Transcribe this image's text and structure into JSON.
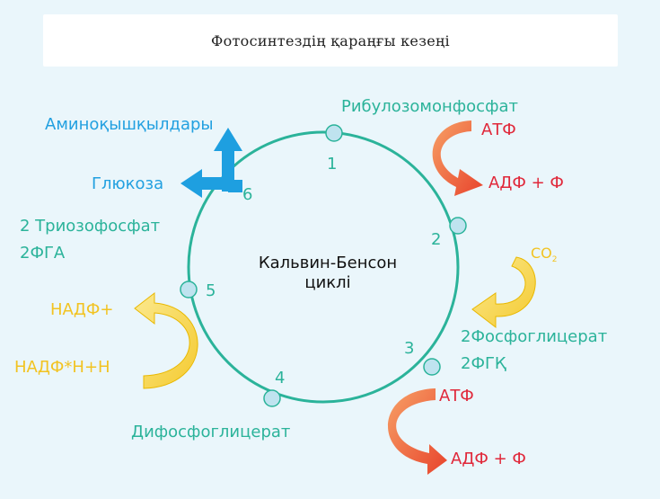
{
  "title": "Фотосинтездің қараңғы кезеңі",
  "center": {
    "line1": "Кальвин-Бенсон",
    "line2": "циклі"
  },
  "nodes": {
    "n1": {
      "label": "Рибулозомонфосфат",
      "num": "1"
    },
    "n2": {
      "num": "2"
    },
    "n3": {
      "label1": "2Фосфоглицерат",
      "label2": "2ФГҚ",
      "num": "3"
    },
    "n4": {
      "label": "Дифосфоглицерат",
      "num": "4"
    },
    "n5": {
      "label1": "2 Триозофосфат",
      "label2": "2ФГА",
      "num": "5"
    },
    "n6": {
      "num": "6"
    }
  },
  "outputs": {
    "amino": "Аминоқышқылдары",
    "glucose": "Глюкоза"
  },
  "reactions": {
    "atp_top": "АТФ",
    "adp_top": "АДФ + Ф",
    "co2": "CO",
    "co2_sub": "2",
    "atp_bottom": "АТФ",
    "adp_bottom": "АДФ + Ф",
    "nadp": "НАДФ+",
    "nadph": "НАДФ*Н+Н"
  },
  "colors": {
    "cycle": "#2bb39a",
    "node_fill": "#bfe3ef",
    "output_arrow": "#1e9fe0",
    "atp_arrow": "#f06a3b",
    "co2_arrow": "#f7d85a",
    "nadp_arrow": "#f8e07a"
  }
}
